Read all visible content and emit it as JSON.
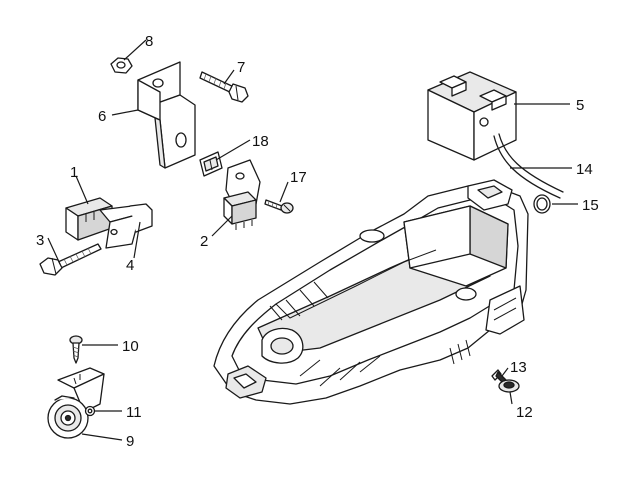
{
  "callouts": {
    "c1": "1",
    "c2": "2",
    "c3": "3",
    "c4": "4",
    "c5": "5",
    "c6": "6",
    "c7": "7",
    "c8": "8",
    "c9": "9",
    "c10": "10",
    "c11": "11",
    "c12": "12",
    "c13": "13",
    "c14": "14",
    "c15": "15",
    "c17": "17",
    "c18": "18"
  },
  "colors": {
    "line": "#1a1a1a",
    "background": "#ffffff"
  }
}
